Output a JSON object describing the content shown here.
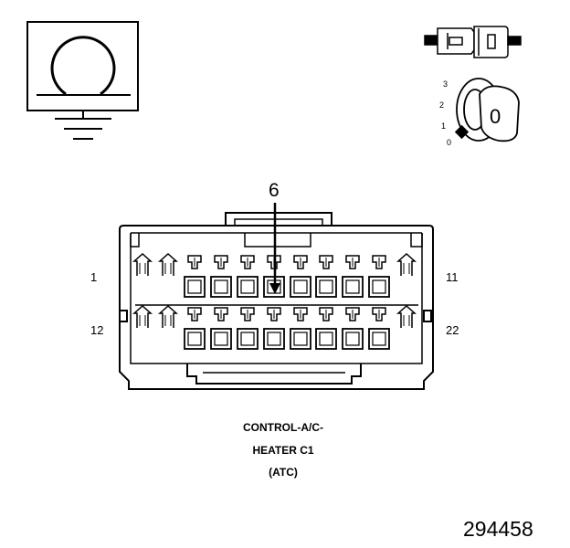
{
  "ground_symbol": {
    "icon": "ohmmeter-ground-icon"
  },
  "connector_icon": {
    "icon": "connector-plug-icon"
  },
  "ignition": {
    "icon": "ignition-key-icon",
    "positions": [
      "3",
      "2",
      "1",
      "0"
    ],
    "key_label": "0"
  },
  "connector": {
    "callout_pin": "6",
    "pin_left_top": "1",
    "pin_right_top": "11",
    "pin_left_bottom": "12",
    "pin_right_bottom": "22"
  },
  "caption": {
    "line1": "CONTROL-A/C-",
    "line2": "HEATER C1",
    "line3": "(ATC)"
  },
  "doc_number": "294458"
}
